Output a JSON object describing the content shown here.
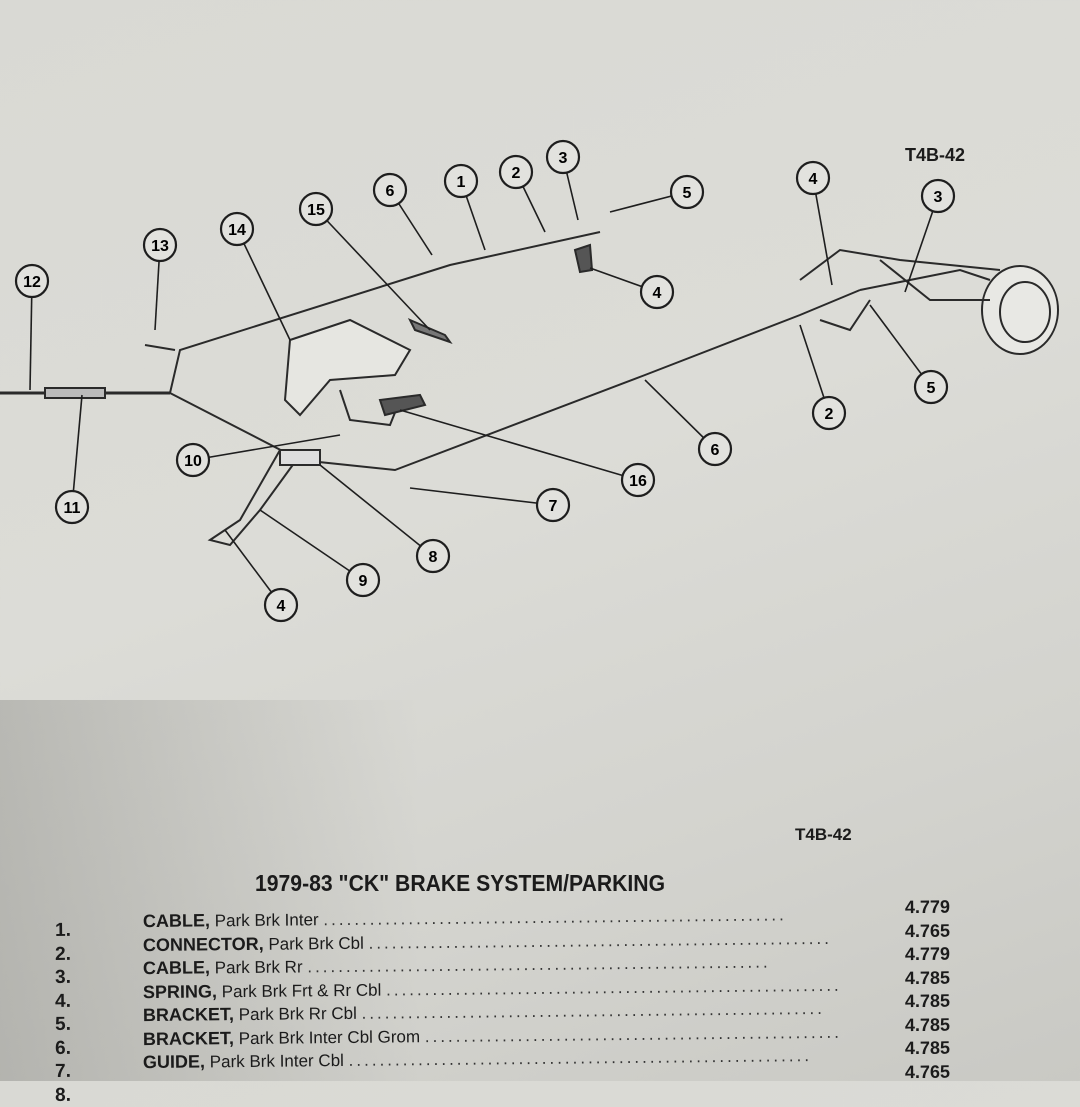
{
  "diagram": {
    "figure_code_top": "T4B-42",
    "figure_code_bottom": "T4B-42",
    "callouts": [
      "12",
      "13",
      "14",
      "15",
      "6",
      "1",
      "2",
      "3",
      "5",
      "4",
      "4",
      "3",
      "5",
      "2",
      "6",
      "16",
      "7",
      "8",
      "9",
      "4",
      "10",
      "11"
    ]
  },
  "parts_list": {
    "title": "1979-83 \"CK\" BRAKE SYSTEM/PARKING",
    "items": [
      {
        "num": "1.",
        "name": "CABLE,",
        "desc": "Park Brk Inter",
        "ref": "4.779"
      },
      {
        "num": "2.",
        "name": "CONNECTOR,",
        "desc": "Park Brk Cbl",
        "ref": "4.765"
      },
      {
        "num": "3.",
        "name": "CABLE,",
        "desc": "Park Brk Rr",
        "ref": "4.779"
      },
      {
        "num": "4.",
        "name": "SPRING,",
        "desc": "Park Brk Frt & Rr Cbl",
        "ref": "4.785"
      },
      {
        "num": "5.",
        "name": "BRACKET,",
        "desc": "Park Brk Rr Cbl",
        "ref": "4.785"
      },
      {
        "num": "6.",
        "name": "BRACKET,",
        "desc": "Park Brk Inter Cbl Grom",
        "ref": "4.785"
      },
      {
        "num": "7.",
        "name": "GUIDE,",
        "desc": "Park Brk Inter Cbl",
        "ref": "4.785"
      },
      {
        "num": "8.",
        "name": "",
        "desc": "",
        "ref": "4.765"
      }
    ]
  }
}
